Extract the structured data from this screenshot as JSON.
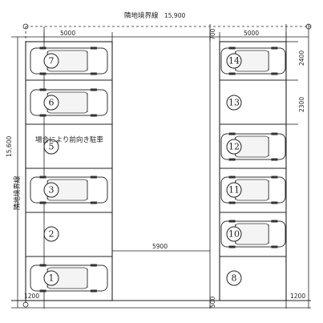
{
  "north_boundary": {
    "label": "隣地境界線",
    "length": "15,900"
  },
  "west_boundary": {
    "label": "隣地境界線",
    "length": "15,600"
  },
  "dimensions": {
    "top_left_width": "5000",
    "top_right_width": "5000",
    "top_gap": "700",
    "space_depth_1": "2400",
    "space_depth_2": "2300",
    "aisle_width": "5900",
    "left_margin": "1200",
    "right_margin": "1200",
    "bottom_offset": "500"
  },
  "note": "場合により前向き駐車",
  "spaces": [
    {
      "number": "7",
      "side": "left",
      "car": true
    },
    {
      "number": "6",
      "side": "left",
      "car": true
    },
    {
      "number": "5",
      "side": "left",
      "car": false
    },
    {
      "number": "3",
      "side": "left",
      "car": true
    },
    {
      "number": "2",
      "side": "left",
      "car": false
    },
    {
      "number": "1",
      "side": "left",
      "car": true
    },
    {
      "number": "14",
      "side": "right",
      "car": true
    },
    {
      "number": "13",
      "side": "right",
      "car": false
    },
    {
      "number": "12",
      "side": "right",
      "car": true
    },
    {
      "number": "11",
      "side": "right",
      "car": true
    },
    {
      "number": "10",
      "side": "right",
      "car": true
    },
    {
      "number": "8",
      "side": "right",
      "car": false
    }
  ]
}
